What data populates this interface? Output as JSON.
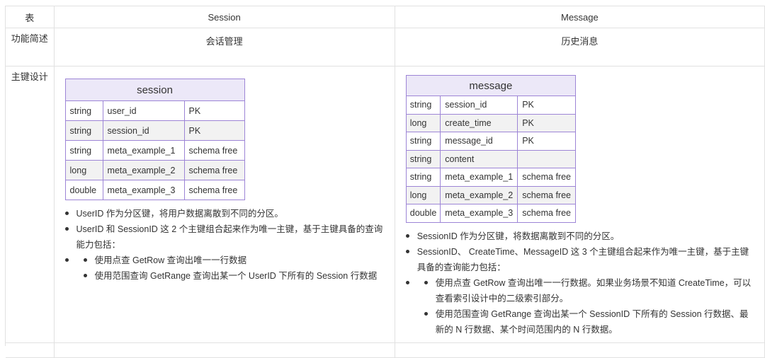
{
  "header": {
    "col1": "表",
    "col2": "Session",
    "col3": "Message"
  },
  "row_function": {
    "label": "功能简述",
    "session": "会话管理",
    "message": "历史消息"
  },
  "row_key": {
    "label": "主键设计",
    "session_table": {
      "title": "session",
      "rows": [
        [
          "string",
          "user_id",
          "PK"
        ],
        [
          "string",
          "session_id",
          "PK"
        ],
        [
          "string",
          "meta_example_1",
          "schema free"
        ],
        [
          "long",
          "meta_example_2",
          "schema free"
        ],
        [
          "double",
          "meta_example_3",
          "schema free"
        ]
      ]
    },
    "session_bullets": {
      "b1": "UserID 作为分区键，将用户数据离散到不同的分区。",
      "b2": "UserID 和 SessionID 这 2 个主键组合起来作为唯一主键，基于主键具备的查询能力包括：",
      "s1": "使用点查 GetRow 查询出唯一一行数据",
      "s2": "使用范围查询 GetRange 查询出某一个 UserID 下所有的 Session 行数据"
    },
    "message_table": {
      "title": "message",
      "rows": [
        [
          "string",
          "session_id",
          "PK"
        ],
        [
          "long",
          "create_time",
          "PK"
        ],
        [
          "string",
          "message_id",
          "PK"
        ],
        [
          "string",
          "content",
          ""
        ],
        [
          "string",
          "meta_example_1",
          "schema free"
        ],
        [
          "long",
          "meta_example_2",
          "schema free"
        ],
        [
          "double",
          "meta_example_3",
          "schema free"
        ]
      ]
    },
    "message_bullets": {
      "b1": "SessionID 作为分区键，将数据离散到不同的分区。",
      "b2": "SessionID、 CreateTime、MessageID 这 3 个主键组合起来作为唯一主键，基于主键具备的查询能力包括：",
      "s1": "使用点查 GetRow 查询出唯一一行数据。如果业务场景不知道 CreateTime，可以查看索引设计中的二级索引部分。",
      "s2": "使用范围查询 GetRange 查询出某一个 SessionID 下所有的 Session 行数据、最新的 N 行数据、某个时间范围内的 N 行数据。"
    }
  },
  "colors": {
    "grid": "#e1e1e1",
    "inner_border": "#9d85d6",
    "inner_header_bg": "#ece8f8",
    "alt_row_bg": "#f2f2f2"
  }
}
